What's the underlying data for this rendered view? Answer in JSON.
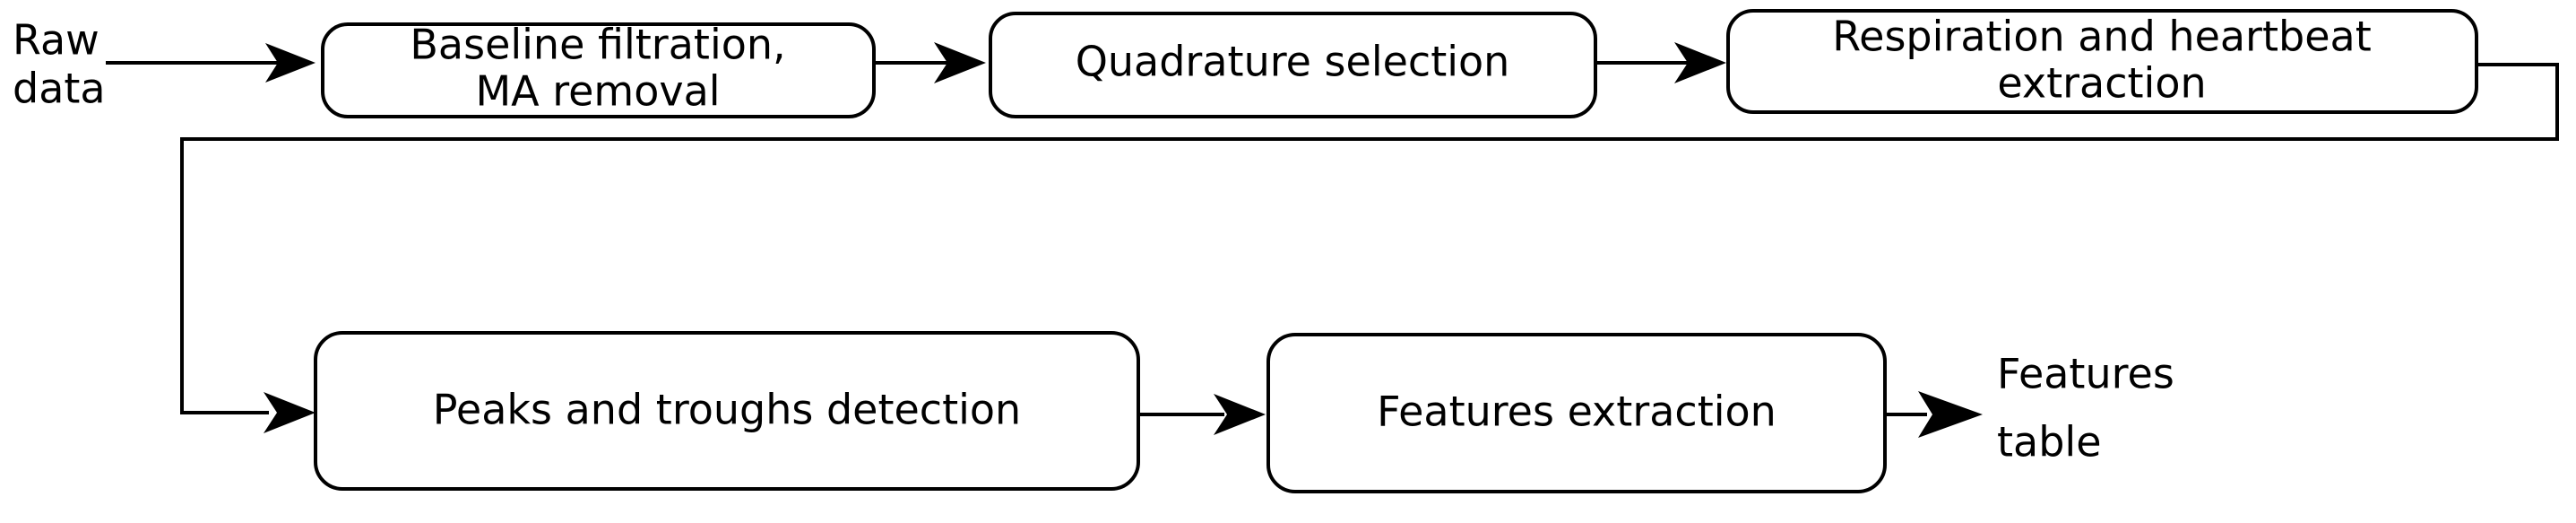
{
  "diagram": {
    "title": "Signal processing pipeline",
    "stroke_color": "#000000",
    "fill_color": "#ffffff",
    "background": "#ffffff",
    "nodes": [
      {
        "id": "raw-data",
        "kind": "free-text",
        "lines": [
          "Raw",
          "data"
        ]
      },
      {
        "id": "baseline-filtration",
        "kind": "process",
        "lines": [
          "Baseline filtration,",
          "MA removal"
        ]
      },
      {
        "id": "quadrature-selection",
        "kind": "process",
        "lines": [
          "Quadrature selection"
        ]
      },
      {
        "id": "respiration-heartbeat-extraction",
        "kind": "process",
        "lines": [
          "Respiration and heartbeat",
          "extraction"
        ]
      },
      {
        "id": "peaks-troughs-detection",
        "kind": "process",
        "lines": [
          "Peaks and troughs detection"
        ]
      },
      {
        "id": "features-extraction",
        "kind": "process",
        "lines": [
          "Features extraction"
        ]
      },
      {
        "id": "features-table",
        "kind": "free-text",
        "lines": [
          "Features",
          "table"
        ]
      }
    ],
    "edges": [
      {
        "id": "e1",
        "from": "raw-data",
        "to": "baseline-filtration"
      },
      {
        "id": "e2",
        "from": "baseline-filtration",
        "to": "quadrature-selection"
      },
      {
        "id": "e3",
        "from": "quadrature-selection",
        "to": "respiration-heartbeat-extraction"
      },
      {
        "id": "e4",
        "from": "respiration-heartbeat-extraction",
        "to": "peaks-troughs-detection"
      },
      {
        "id": "e5",
        "from": "peaks-troughs-detection",
        "to": "features-extraction"
      },
      {
        "id": "e6",
        "from": "features-extraction",
        "to": "features-table"
      }
    ]
  },
  "labels": {
    "raw_data_line1": "Raw",
    "raw_data_line2": "data",
    "baseline_line1": "Baseline filtration,",
    "baseline_line2": "MA removal",
    "quadrature_line1": "Quadrature selection",
    "respiration_line1": "Respiration and heartbeat",
    "respiration_line2": "extraction",
    "peaks_line1": "Peaks and troughs detection",
    "features_extraction_line1": "Features extraction",
    "features_table_line1": "Features",
    "features_table_line2": "table"
  }
}
